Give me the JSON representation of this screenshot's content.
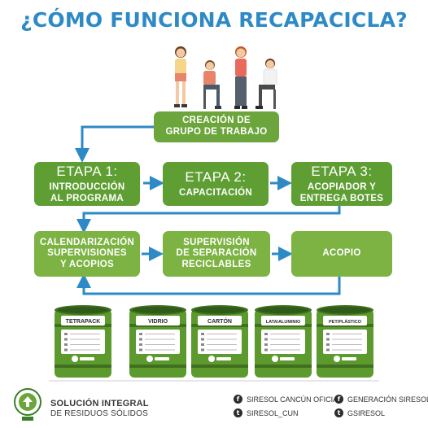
{
  "title": "¿CÓMO FUNCIONA RECAPACICLA?",
  "colors": {
    "title_blue": "#2E8AC6",
    "box_green": "#6BA53B",
    "box_green_light": "#7CB342",
    "arrow_blue": "#2E8AC6",
    "barrel_green": "#5C9A2E",
    "barrel_dark": "#3F7020"
  },
  "top_step": {
    "text": "CREACIÓN DE\nGRUPO DE TRABAJO"
  },
  "stages": [
    {
      "stage": "ETAPA 1:",
      "text": "INTRODUCCIÓN\nAL PROGRAMA"
    },
    {
      "stage": "ETAPA 2:",
      "text": "CAPACITACIÓN"
    },
    {
      "stage": "ETAPA 3:",
      "text": "ACOPIADOR Y\nENTREGA BOTES"
    }
  ],
  "bottom_steps": [
    {
      "text": "CALENDARIZACIÓN\nSUPERVISIONES\nY ACOPIOS"
    },
    {
      "text": "SUPERVISIÓN\nDE SEPARACIÓN\nRECICLABLES"
    },
    {
      "text": "ACOPIO"
    }
  ],
  "barrels": [
    {
      "label": "TETRAPACK"
    },
    {
      "label": "VIDRIO"
    },
    {
      "label": "CARTÓN"
    },
    {
      "label": "LATA/ALUMINIO"
    },
    {
      "label": "PET/PLÁSTICO"
    }
  ],
  "footer": {
    "org_line1": "SOLUCIÓN INTEGRAL",
    "org_line2": "DE RESIDUOS SÓLIDOS",
    "social": [
      {
        "icon": "facebook-icon",
        "text": "SIRESOL CANCÚN OFICIAL"
      },
      {
        "icon": "facebook-icon",
        "text": "GENERACIÓN SIRESOL"
      },
      {
        "icon": "twitter-icon",
        "text": "SIRESOL_CUN"
      },
      {
        "icon": "twitter-icon",
        "text": "GSIRESOL"
      }
    ]
  }
}
